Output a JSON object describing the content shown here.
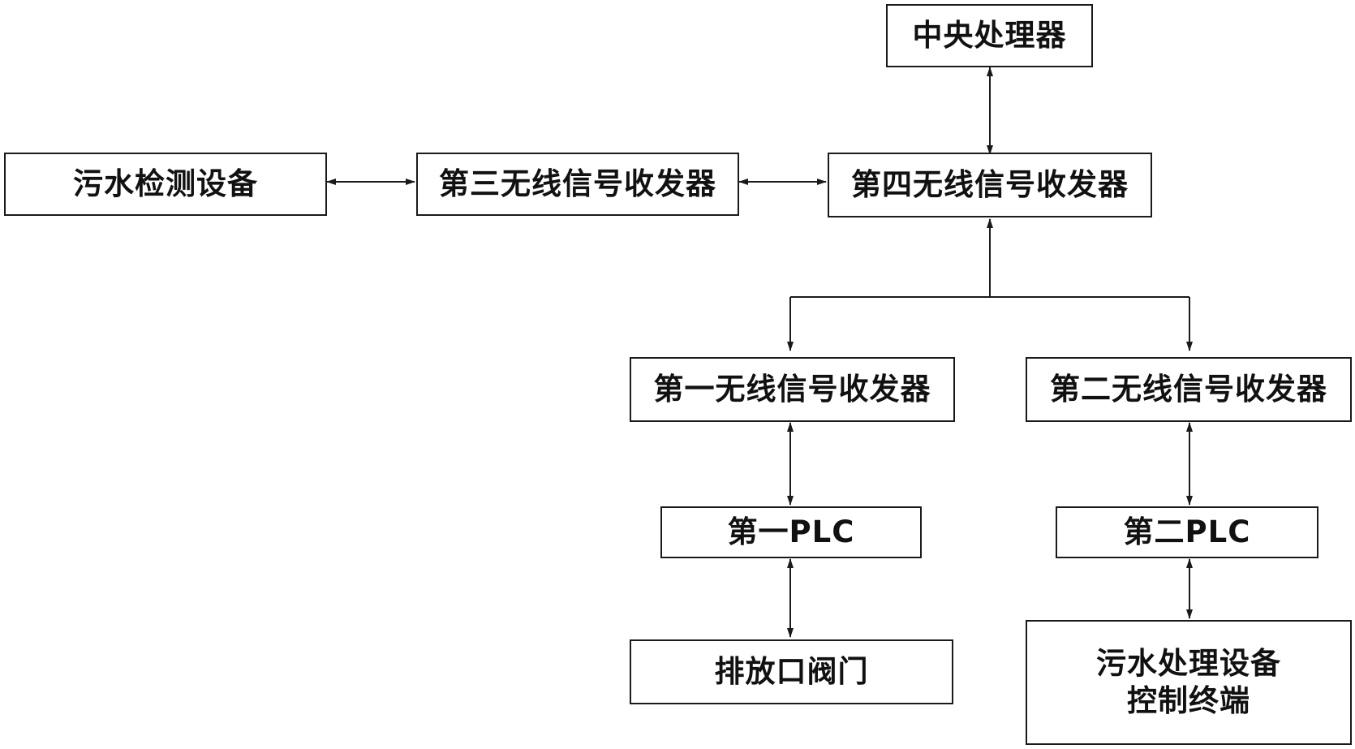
{
  "diagram": {
    "nodes": {
      "central_processor": "中央处理器",
      "sewage_detection": "污水检测设备",
      "transceiver_3": "第三无线信号收发器",
      "transceiver_4": "第四无线信号收发器",
      "transceiver_1": "第一无线信号收发器",
      "transceiver_2": "第二无线信号收发器",
      "plc_1": "第一PLC",
      "plc_2": "第二PLC",
      "discharge_valve": "排放口阀门",
      "treatment_terminal": {
        "line1": "污水处理设备",
        "line2": "控制终端"
      }
    },
    "edges": [
      {
        "from": "central_processor",
        "to": "transceiver_4",
        "direction": "bidirectional"
      },
      {
        "from": "sewage_detection",
        "to": "transceiver_3",
        "direction": "bidirectional"
      },
      {
        "from": "transceiver_3",
        "to": "transceiver_4",
        "direction": "bidirectional"
      },
      {
        "from": "transceiver_4",
        "to": "transceiver_1",
        "direction": "bidirectional"
      },
      {
        "from": "transceiver_4",
        "to": "transceiver_2",
        "direction": "bidirectional"
      },
      {
        "from": "transceiver_1",
        "to": "plc_1",
        "direction": "bidirectional"
      },
      {
        "from": "transceiver_2",
        "to": "plc_2",
        "direction": "bidirectional"
      },
      {
        "from": "plc_1",
        "to": "discharge_valve",
        "direction": "bidirectional"
      },
      {
        "from": "plc_2",
        "to": "treatment_terminal",
        "direction": "bidirectional"
      }
    ]
  }
}
